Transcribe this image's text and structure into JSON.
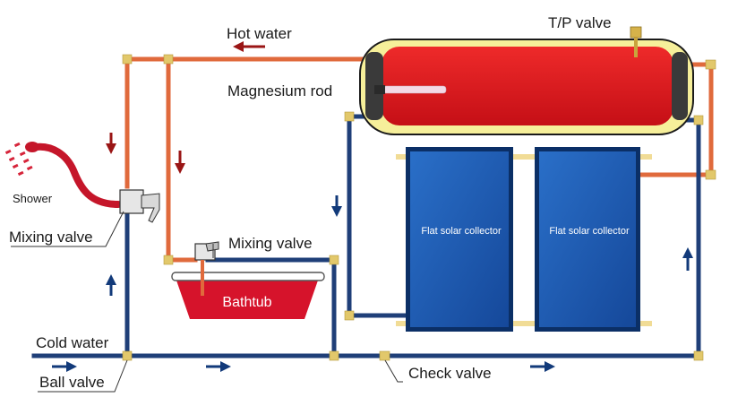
{
  "labels": {
    "hot_water": "Hot water",
    "tp_valve": "T/P valve",
    "magnesium_rod": "Magnesium rod",
    "shower": "Shower",
    "mixing_valve_left": "Mixing valve",
    "mixing_valve_tub": "Mixing valve",
    "bathtub": "Bathtub",
    "cold_water": "Cold water",
    "ball_valve": "Ball valve",
    "check_valve": "Check valve",
    "collector_left": "Flat solar collector",
    "collector_right": "Flat solar collector"
  },
  "colors": {
    "hot_pipe": "#e06a3c",
    "cold_pipe": "#1f3f78",
    "tank_body": "#d8141c",
    "tank_jacket": "#f6ef9a",
    "collector": "#1d5bb0",
    "collector_frame": "#0b2f66",
    "arrow_hot": "#9a1515",
    "arrow_cold": "#123a7a",
    "fitting": "#e2c86b"
  },
  "icons": [
    "shower-head-icon",
    "faucet-icon",
    "tp-valve-icon",
    "flow-arrow-icon"
  ]
}
